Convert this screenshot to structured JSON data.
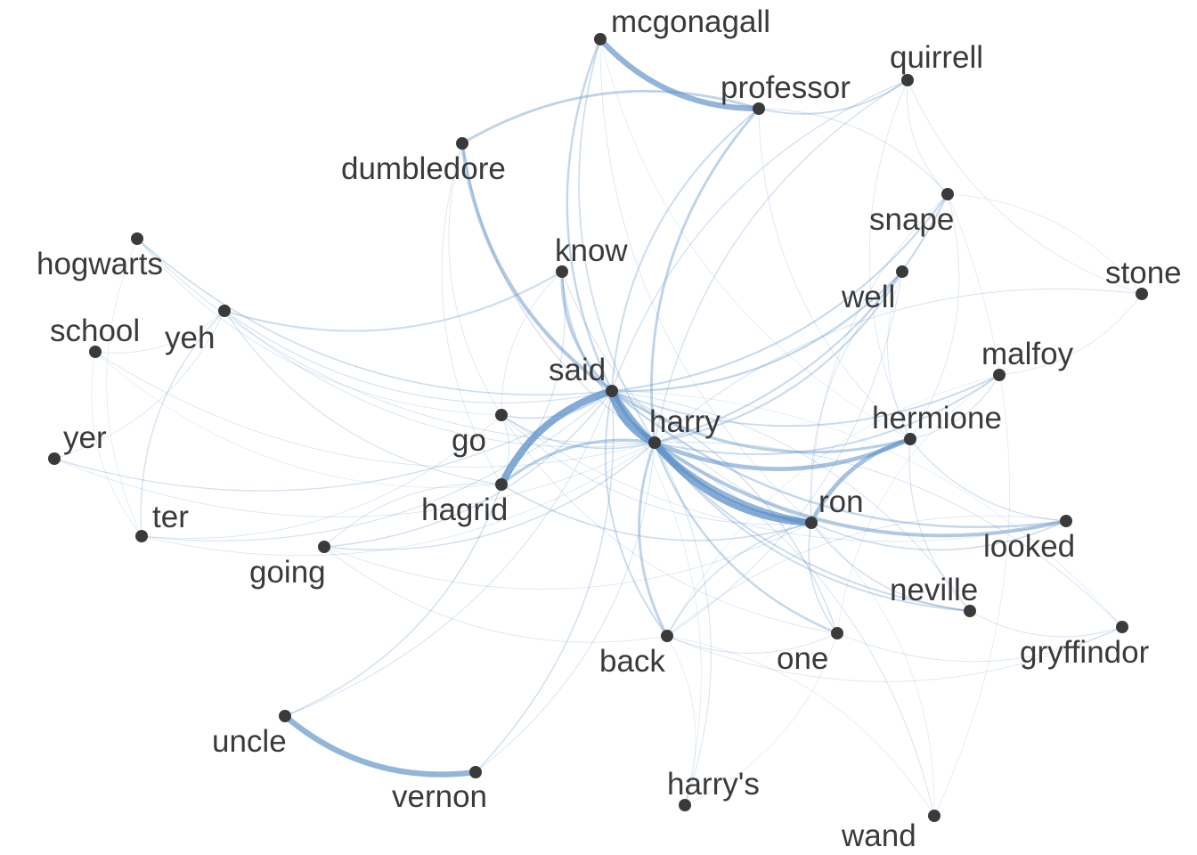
{
  "graph": {
    "edge_color": "#5b8fc7",
    "node_color": "#3a3a3a",
    "nodes": [
      {
        "id": "mcgonagall",
        "label": "mcgonagall"
      },
      {
        "id": "professor",
        "label": "professor"
      },
      {
        "id": "quirrell",
        "label": "quirrell"
      },
      {
        "id": "dumbledore",
        "label": "dumbledore"
      },
      {
        "id": "snape",
        "label": "snape"
      },
      {
        "id": "hogwarts",
        "label": "hogwarts"
      },
      {
        "id": "know",
        "label": "know"
      },
      {
        "id": "stone",
        "label": "stone"
      },
      {
        "id": "well",
        "label": "well"
      },
      {
        "id": "yeh",
        "label": "yeh"
      },
      {
        "id": "school",
        "label": "school"
      },
      {
        "id": "malfoy",
        "label": "malfoy"
      },
      {
        "id": "said",
        "label": "said"
      },
      {
        "id": "harry",
        "label": "harry"
      },
      {
        "id": "hermione",
        "label": "hermione"
      },
      {
        "id": "go",
        "label": "go"
      },
      {
        "id": "yer",
        "label": "yer"
      },
      {
        "id": "hagrid",
        "label": "hagrid"
      },
      {
        "id": "ron",
        "label": "ron"
      },
      {
        "id": "ter",
        "label": "ter"
      },
      {
        "id": "looked",
        "label": "looked"
      },
      {
        "id": "going",
        "label": "going"
      },
      {
        "id": "neville",
        "label": "neville"
      },
      {
        "id": "gryffindor",
        "label": "gryffindor"
      },
      {
        "id": "back",
        "label": "back"
      },
      {
        "id": "one",
        "label": "one"
      },
      {
        "id": "uncle",
        "label": "uncle"
      },
      {
        "id": "vernon",
        "label": "vernon"
      },
      {
        "id": "harry's",
        "label": "harry's"
      },
      {
        "id": "wand",
        "label": "wand"
      }
    ],
    "edges": [
      [
        "said",
        "harry",
        6
      ],
      [
        "said",
        "hagrid",
        5
      ],
      [
        "harry",
        "ron",
        5
      ],
      [
        "mcgonagall",
        "professor",
        4
      ],
      [
        "uncle",
        "vernon",
        4
      ],
      [
        "said",
        "ron",
        4
      ],
      [
        "harry",
        "hermione",
        3
      ],
      [
        "hermione",
        "ron",
        3
      ],
      [
        "dumbledore",
        "said",
        2.5
      ],
      [
        "harry",
        "looked",
        2.5
      ],
      [
        "said",
        "hermione",
        2
      ],
      [
        "know",
        "said",
        2
      ],
      [
        "harry",
        "hagrid",
        2
      ],
      [
        "professor",
        "harry",
        1.8
      ],
      [
        "professor",
        "dumbledore",
        1.8
      ],
      [
        "harry",
        "back",
        1.8
      ],
      [
        "said",
        "looked",
        1.5
      ],
      [
        "harry",
        "one",
        1.5
      ],
      [
        "mcgonagall",
        "said",
        1.5
      ],
      [
        "said",
        "well",
        1.5
      ],
      [
        "harry",
        "well",
        1.3
      ],
      [
        "said",
        "snape",
        1.3
      ],
      [
        "harry",
        "snape",
        1.3
      ],
      [
        "said",
        "malfoy",
        1.2
      ],
      [
        "harry",
        "malfoy",
        1.2
      ],
      [
        "yeh",
        "know",
        1.2
      ],
      [
        "professor",
        "quirrell",
        1.2
      ],
      [
        "said",
        "back",
        1.2
      ],
      [
        "said",
        "neville",
        1.2
      ],
      [
        "harry",
        "neville",
        1.2
      ],
      [
        "hogwarts",
        "said",
        1
      ],
      [
        "hagrid",
        "ron",
        1
      ],
      [
        "go",
        "harry",
        1
      ],
      [
        "yer",
        "said",
        0.8
      ],
      [
        "uncle",
        "hagrid",
        0.9
      ],
      [
        "vernon",
        "said",
        0.9
      ],
      [
        "mcgonagall",
        "harry",
        1
      ],
      [
        "quirrell",
        "said",
        0.8
      ],
      [
        "quirrell",
        "harry",
        0.8
      ],
      [
        "professor",
        "said",
        1.2
      ],
      [
        "go",
        "said",
        1
      ],
      [
        "going",
        "said",
        0.9
      ],
      [
        "going",
        "harry",
        0.9
      ],
      [
        "ter",
        "said",
        0.7
      ],
      [
        "one",
        "said",
        0.9
      ],
      [
        "ron",
        "looked",
        1
      ],
      [
        "ron",
        "neville",
        0.9
      ],
      [
        "ron",
        "back",
        0.9
      ],
      [
        "ron",
        "one",
        0.9
      ],
      [
        "harry's",
        "harry",
        0.6
      ],
      [
        "wand",
        "harry",
        0.6
      ],
      [
        "gryffindor",
        "harry",
        0.6
      ],
      [
        "stone",
        "harry",
        0.6
      ],
      [
        "know",
        "harry",
        1
      ],
      [
        "hermione",
        "looked",
        0.8
      ],
      [
        "hermione",
        "malfoy",
        0.7
      ],
      [
        "hermione",
        "neville",
        0.7
      ],
      [
        "hermione",
        "snape",
        0.5
      ],
      [
        "yeh",
        "ter",
        0.8
      ],
      [
        "yeh",
        "hagrid",
        0.7
      ],
      [
        "yeh",
        "said",
        0.7
      ],
      [
        "yeh",
        "harry",
        0.6
      ],
      [
        "hagrid",
        "know",
        0.7
      ],
      [
        "hagrid",
        "go",
        0.6
      ],
      [
        "hagrid",
        "going",
        0.6
      ],
      [
        "hogwarts",
        "harry",
        0.6
      ],
      [
        "school",
        "yeh",
        0.5
      ],
      [
        "school",
        "harry",
        0.5
      ],
      [
        "yer",
        "yeh",
        0.5
      ],
      [
        "yer",
        "harry",
        0.5
      ],
      [
        "ter",
        "go",
        0.5
      ],
      [
        "ter",
        "harry",
        0.5
      ],
      [
        "back",
        "one",
        0.6
      ],
      [
        "back",
        "well",
        0.6
      ],
      [
        "back",
        "gryffindor",
        0.5
      ],
      [
        "one",
        "gryffindor",
        0.5
      ],
      [
        "neville",
        "gryffindor",
        0.6
      ],
      [
        "malfoy",
        "stone",
        0.5
      ],
      [
        "quirrell",
        "stone",
        0.5
      ],
      [
        "quirrell",
        "snape",
        0.5
      ],
      [
        "quirrell",
        "hermione",
        0.5
      ],
      [
        "snape",
        "ron",
        0.5
      ],
      [
        "snape",
        "professor",
        0.6
      ],
      [
        "mcgonagall",
        "ron",
        0.5
      ],
      [
        "dumbledore",
        "harry",
        0.8
      ],
      [
        "dumbledore",
        "go",
        0.5
      ],
      [
        "dumbledore",
        "hagrid",
        0.5
      ],
      [
        "know",
        "ron",
        0.6
      ],
      [
        "know",
        "go",
        0.5
      ],
      [
        "go",
        "ron",
        0.6
      ],
      [
        "go",
        "one",
        0.5
      ],
      [
        "go",
        "looked",
        0.5
      ],
      [
        "going",
        "back",
        0.5
      ],
      [
        "going",
        "ron",
        0.5
      ],
      [
        "hogwarts",
        "go",
        0.5
      ],
      [
        "hogwarts",
        "ter",
        0.4
      ],
      [
        "school",
        "ter",
        0.4
      ],
      [
        "school",
        "hagrid",
        0.4
      ],
      [
        "well",
        "ron",
        0.6
      ],
      [
        "well",
        "hermione",
        0.5
      ],
      [
        "wand",
        "ron",
        0.4
      ],
      [
        "wand",
        "back",
        0.4
      ],
      [
        "wand",
        "snape",
        0.4
      ],
      [
        "harry's",
        "one",
        0.4
      ],
      [
        "harry's",
        "back",
        0.4
      ],
      [
        "harry's",
        "said",
        0.4
      ],
      [
        "vernon",
        "harry",
        0.6
      ],
      [
        "uncle",
        "said",
        0.6
      ],
      [
        "looked",
        "back",
        0.5
      ],
      [
        "neville",
        "said",
        0.6
      ],
      [
        "malfoy",
        "one",
        0.4
      ],
      [
        "malfoy",
        "back",
        0.4
      ],
      [
        "stone",
        "snape",
        0.4
      ],
      [
        "gryffindor",
        "said",
        0.4
      ],
      [
        "professor",
        "hermione",
        0.5
      ],
      [
        "mcgonagall",
        "hermione",
        0.4
      ]
    ]
  }
}
